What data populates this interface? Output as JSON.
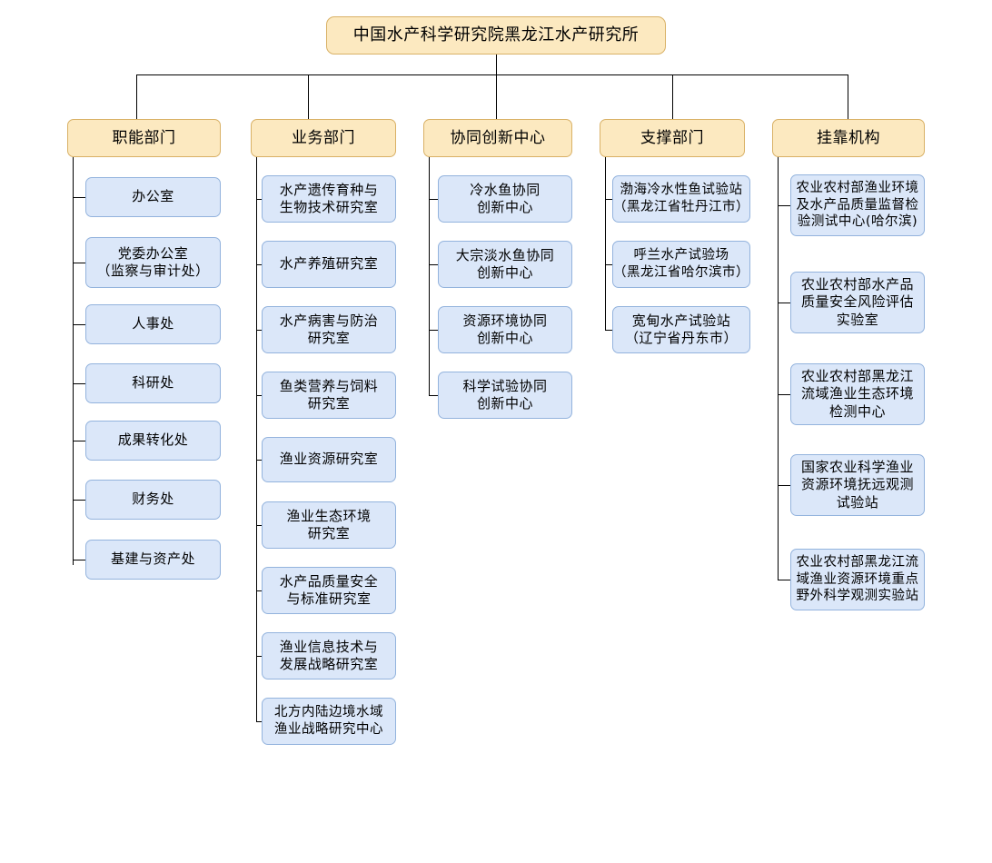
{
  "title": "中国水产科学研究院黑龙江水产研究所",
  "colors": {
    "header_fill": "#fce9c0",
    "header_border": "#d9b166",
    "leaf_fill": "#dbe7f9",
    "leaf_border": "#93b3dd",
    "connector": "#000000",
    "background": "#ffffff"
  },
  "root": {
    "label": "中国水产科学研究院黑龙江水产研究所"
  },
  "columns": [
    {
      "id": "functional-departments",
      "header": "职能部门",
      "items": [
        "办公室",
        "党委办公室\n（监察与审计处）",
        "人事处",
        "科研处",
        "成果转化处",
        "财务处",
        "基建与资产处"
      ]
    },
    {
      "id": "business-departments",
      "header": "业务部门",
      "items": [
        "水产遗传育种与\n生物技术研究室",
        "水产养殖研究室",
        "水产病害与防治\n研究室",
        "鱼类营养与饲料\n研究室",
        "渔业资源研究室",
        "渔业生态环境\n研究室",
        "水产品质量安全\n与标准研究室",
        "渔业信息技术与\n发展战略研究室",
        "北方内陆边境水域\n渔业战略研究中心"
      ]
    },
    {
      "id": "collaborative-innovation-centers",
      "header": "协同创新中心",
      "items": [
        "冷水鱼协同\n创新中心",
        "大宗淡水鱼协同\n创新中心",
        "资源环境协同\n创新中心",
        "科学试验协同\n创新中心"
      ]
    },
    {
      "id": "support-departments",
      "header": "支撑部门",
      "items": [
        "渤海冷水性鱼试验站\n（黑龙江省牡丹江市）",
        "呼兰水产试验场\n（黑龙江省哈尔滨市）",
        "宽甸水产试验站\n（辽宁省丹东市）"
      ]
    },
    {
      "id": "affiliated-institutions",
      "header": "挂靠机构",
      "items": [
        "农业农村部渔业环境\n及水产品质量监督检\n验测试中心(哈尔滨)",
        "农业农村部水产品\n质量安全风险评估\n实验室",
        "农业农村部黑龙江\n流域渔业生态环境\n检测中心",
        "国家农业科学渔业\n资源环境抚远观测\n试验站",
        "农业农村部黑龙江流\n域渔业资源环境重点\n野外科学观测实验站"
      ]
    }
  ]
}
